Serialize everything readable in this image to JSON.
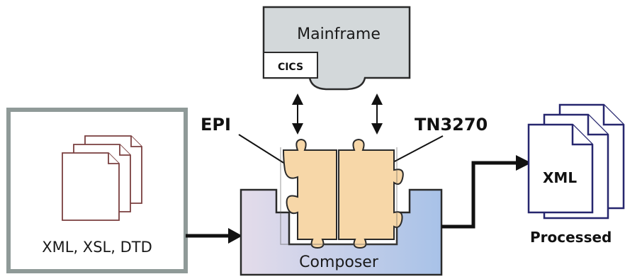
{
  "diagram": {
    "mainframe_label": "Mainframe",
    "cics_label": "CICS",
    "epi_label": "EPI",
    "tn3270_label": "TN3270",
    "input_label": "XML, XSL, DTD",
    "composer_label": "Composer",
    "output_doc_label": "XML",
    "output_label": "Processed"
  },
  "colors": {
    "mainframe_fill": "#d3d8da",
    "input_doc_stroke": "#7a3f3f",
    "output_doc_stroke": "#26266e",
    "puzzle_fill": "#f7d7a8",
    "composer_left": "#e4dcea",
    "composer_right": "#a8c2e8",
    "frame_border": "#8f9a98"
  }
}
